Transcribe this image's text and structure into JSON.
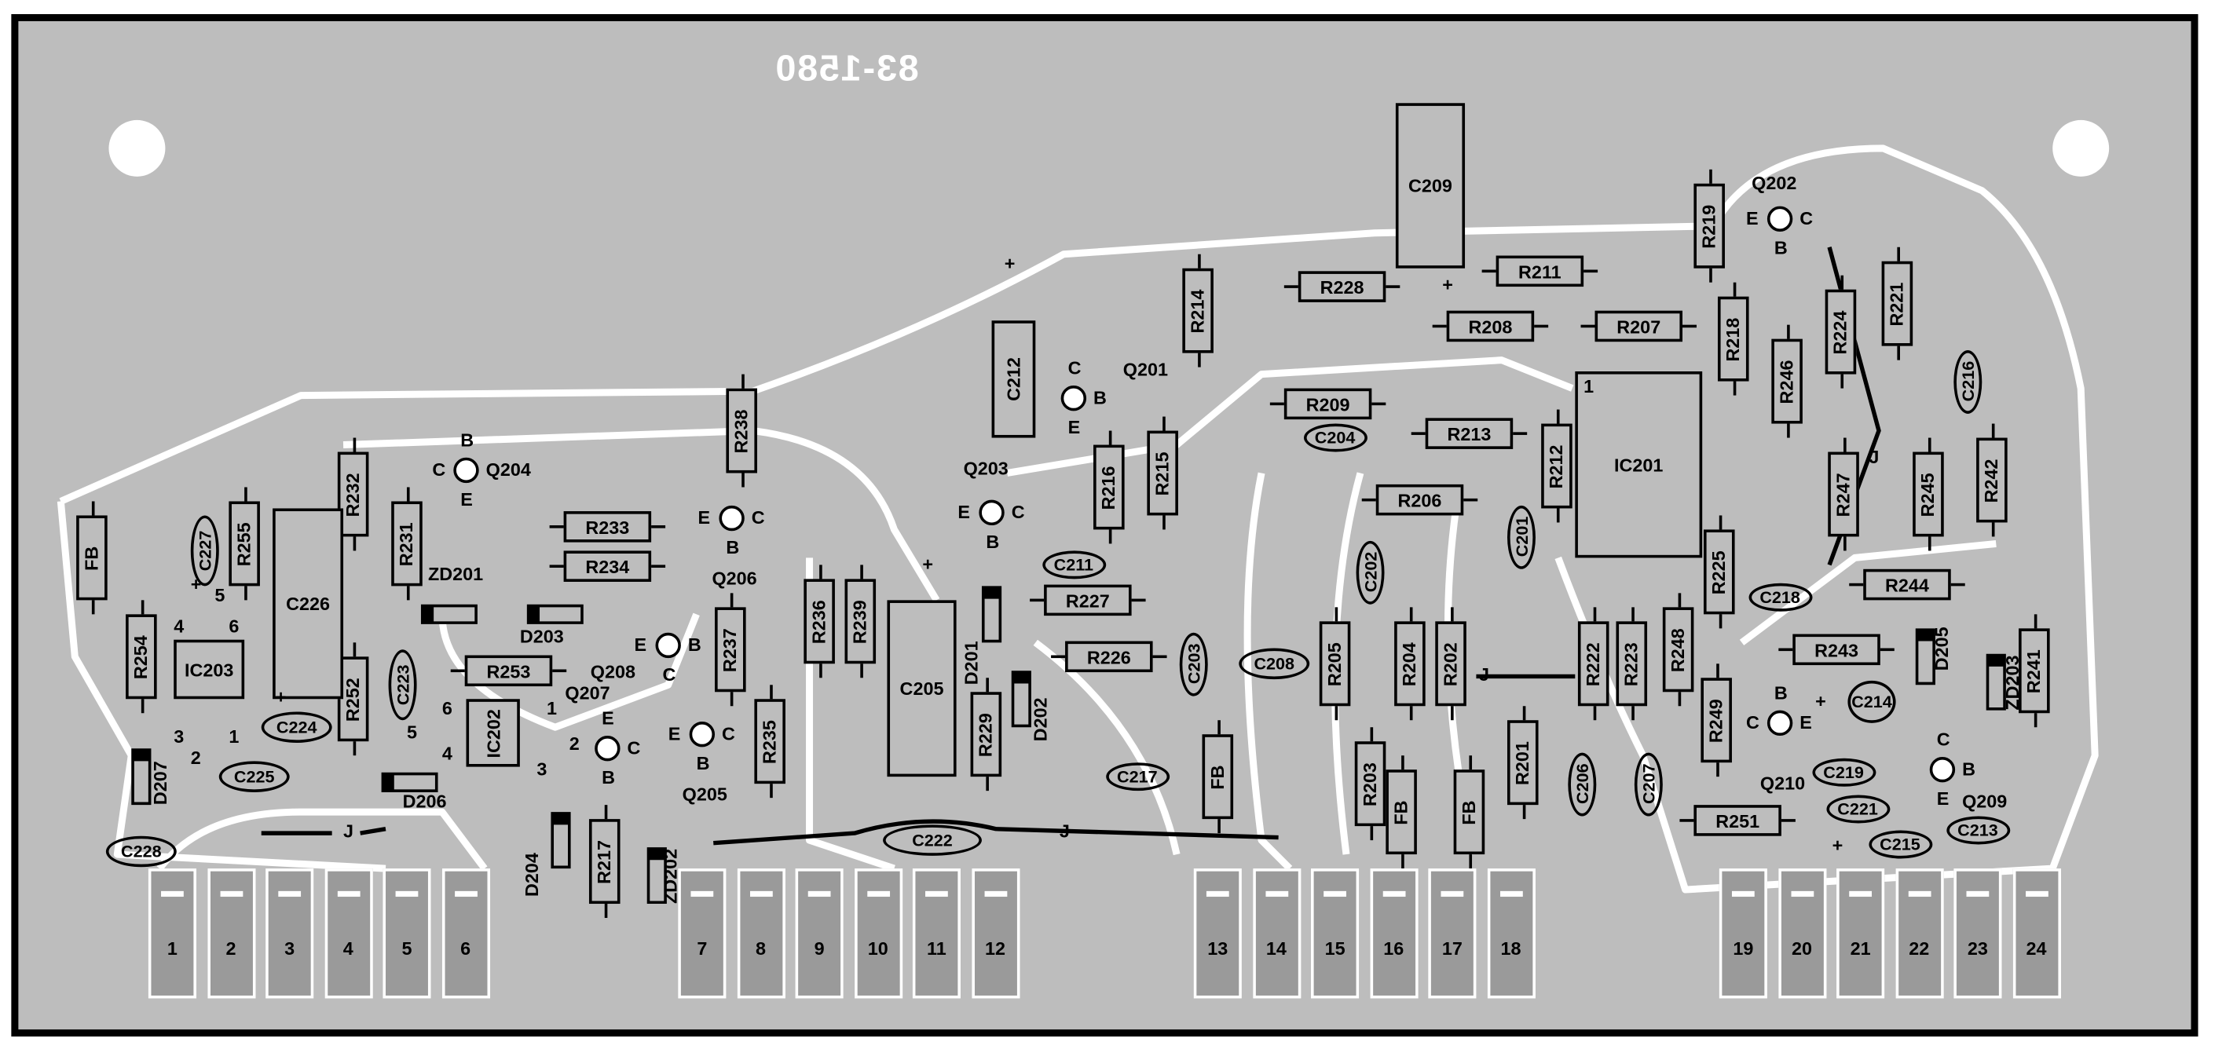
{
  "board": {
    "part_number": "83-1580"
  },
  "resistors_vertical": [
    "FB",
    "R254",
    "R255",
    "R232",
    "R231",
    "R252",
    "R238",
    "R237",
    "R236",
    "R239",
    "R235",
    "R214",
    "R215",
    "R216",
    "R205",
    "R204",
    "R202",
    "R203",
    "FB",
    "FB",
    "R201",
    "R212",
    "R222",
    "R223",
    "R225",
    "R248",
    "R249",
    "R219",
    "R218",
    "R246",
    "R224",
    "R221",
    "R247",
    "R245",
    "R242",
    "R241",
    "R229",
    "R217",
    "FB"
  ],
  "resistors_horizontal": [
    "R233",
    "R234",
    "R253",
    "R228",
    "R211",
    "R208",
    "R207",
    "R209",
    "R213",
    "R206",
    "R227",
    "R226",
    "R244",
    "R243",
    "R251"
  ],
  "capacitors_box": [
    "C226",
    "C209",
    "C212",
    "C205"
  ],
  "capacitors_oval": [
    "C227",
    "C224",
    "C225",
    "C228",
    "C223",
    "C204",
    "C202",
    "C201",
    "C211",
    "C203",
    "C208",
    "C217",
    "C222",
    "C206",
    "C207",
    "C218",
    "C214",
    "C219",
    "C221",
    "C215",
    "C213",
    "C216"
  ],
  "ics": [
    "IC203",
    "IC202",
    "IC201"
  ],
  "ic_pins": {
    "IC203": [
      "4",
      "5",
      "6",
      "3",
      "2",
      "1"
    ],
    "IC202": [
      "6",
      "5",
      "4",
      "1",
      "2",
      "3"
    ],
    "IC201": [
      "1"
    ]
  },
  "transistors": [
    {
      "label": "Q204",
      "top": "B",
      "left": "C",
      "right": "",
      "bottom": "E"
    },
    {
      "label": "Q206",
      "top": "",
      "left": "E",
      "right": "C",
      "bottom": "B"
    },
    {
      "label": "Q208",
      "top": "",
      "left": "E",
      "right": "B",
      "bottom": "C"
    },
    {
      "label": "Q205",
      "top": "",
      "left": "E",
      "right": "C",
      "bottom": "B"
    },
    {
      "label": "Q207",
      "top": "E",
      "left": "",
      "right": "C",
      "bottom": "B"
    },
    {
      "label": "Q201",
      "top": "C",
      "left": "",
      "right": "B",
      "bottom": "E"
    },
    {
      "label": "Q203",
      "top": "",
      "left": "E",
      "right": "C",
      "bottom": "B"
    },
    {
      "label": "Q202",
      "top": "",
      "left": "E",
      "right": "C",
      "bottom": "B"
    },
    {
      "label": "Q210",
      "top": "B",
      "left": "C",
      "right": "E",
      "bottom": ""
    },
    {
      "label": "Q209",
      "top": "C",
      "left": "",
      "right": "B",
      "bottom": "E"
    }
  ],
  "diodes": [
    "ZD201",
    "D203",
    "D206",
    "D207",
    "D204",
    "ZD202",
    "D201",
    "D202",
    "D205",
    "ZD203"
  ],
  "jumpers": [
    "J",
    "J",
    "J",
    "J"
  ],
  "plus_marks": [
    "+",
    "+",
    "+",
    "+",
    "+",
    "+",
    "+"
  ],
  "connector_pads": [
    "1",
    "2",
    "3",
    "4",
    "5",
    "6",
    "7",
    "8",
    "9",
    "10",
    "11",
    "12",
    "13",
    "14",
    "15",
    "16",
    "17",
    "18",
    "19",
    "20",
    "21",
    "22",
    "23",
    "24"
  ]
}
